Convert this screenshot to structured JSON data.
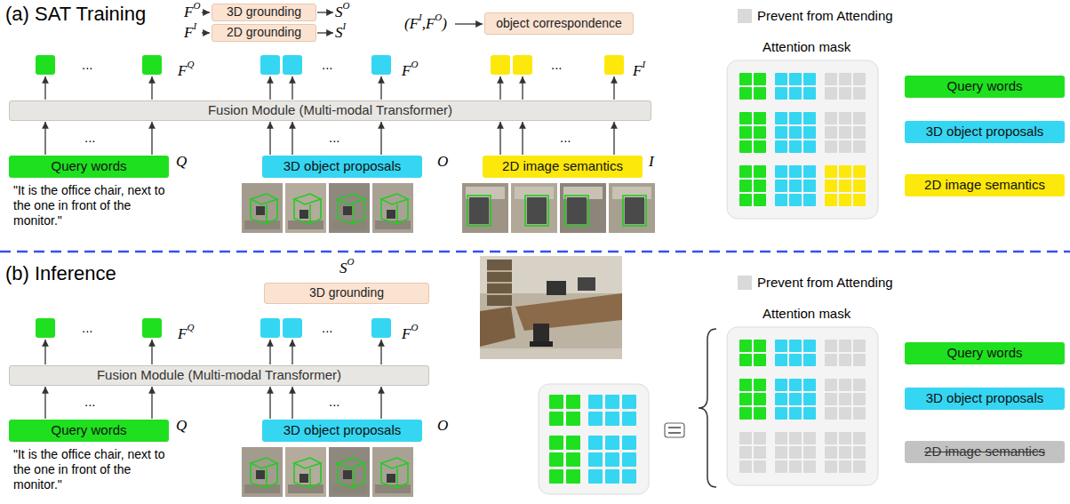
{
  "diagram": {
    "nodes": [
      {
        "text": [
          "3D grounding"
        ]
      },
      {
        "text": [
          "2D grounding"
        ]
      },
      {
        "text": [
          "object correspondence"
        ]
      },
      {
        "text": [
          "Fusion Module (Multi-modal Transformer)"
        ]
      },
      {
        "text": [
          "Query words"
        ]
      },
      {
        "text": [
          "3D object proposals"
        ]
      },
      {
        "text": [
          "2D image semantics"
        ]
      },
      {
        "text": [
          "Query words"
        ]
      },
      {
        "text": [
          "3D object proposals"
        ]
      },
      {
        "text": [
          "2D image semantics"
        ]
      },
      {
        "text": [
          "3D grounding"
        ]
      },
      {
        "text": [
          "Fusion Module (Multi-modal Transformer)"
        ]
      },
      {
        "text": [
          "Query words"
        ]
      },
      {
        "text": [
          "3D object proposals"
        ]
      },
      {
        "text": [
          "Query words"
        ]
      },
      {
        "text": [
          "3D object proposals"
        ]
      },
      {
        "text": [
          "2D image semantics"
        ]
      }
    ],
    "edges": [
      {
        "from": 4,
        "to": 3,
        "arrow": "to"
      },
      {
        "from": 5,
        "to": 3,
        "arrow": "to"
      },
      {
        "from": 6,
        "to": 3,
        "arrow": "to"
      },
      {
        "from": 12,
        "to": 11,
        "arrow": "to"
      },
      {
        "from": 13,
        "to": 11,
        "arrow": "to"
      }
    ],
    "labels": [
      "(a) SAT Training",
      "F",
      "O",
      "S",
      "O",
      "F",
      "I",
      "S",
      "I",
      "(F",
      "I",
      ",F",
      "O",
      ")",
      "Attention mask",
      "...",
      "F",
      "Q",
      "...",
      "F",
      "O",
      "...",
      "F",
      "I",
      "...",
      "Q",
      "...",
      "O",
      "...",
      "I",
      "\"It is the office chair, next to the one in front of the monitor.\"",
      "(b) Inference",
      "S",
      "O",
      "Attention mask",
      "...",
      "F",
      "Q",
      "...",
      "F",
      "O",
      "...",
      "Q",
      "...",
      "O",
      "\"It is the office chair, next to the one in front of the monitor.\""
    ],
    "legend": [
      {
        "text": "Prevent from Attending",
        "color": "#d9d9d9"
      },
      {
        "text": "Prevent from Attending",
        "color": "#d9d9d9"
      }
    ]
  }
}
